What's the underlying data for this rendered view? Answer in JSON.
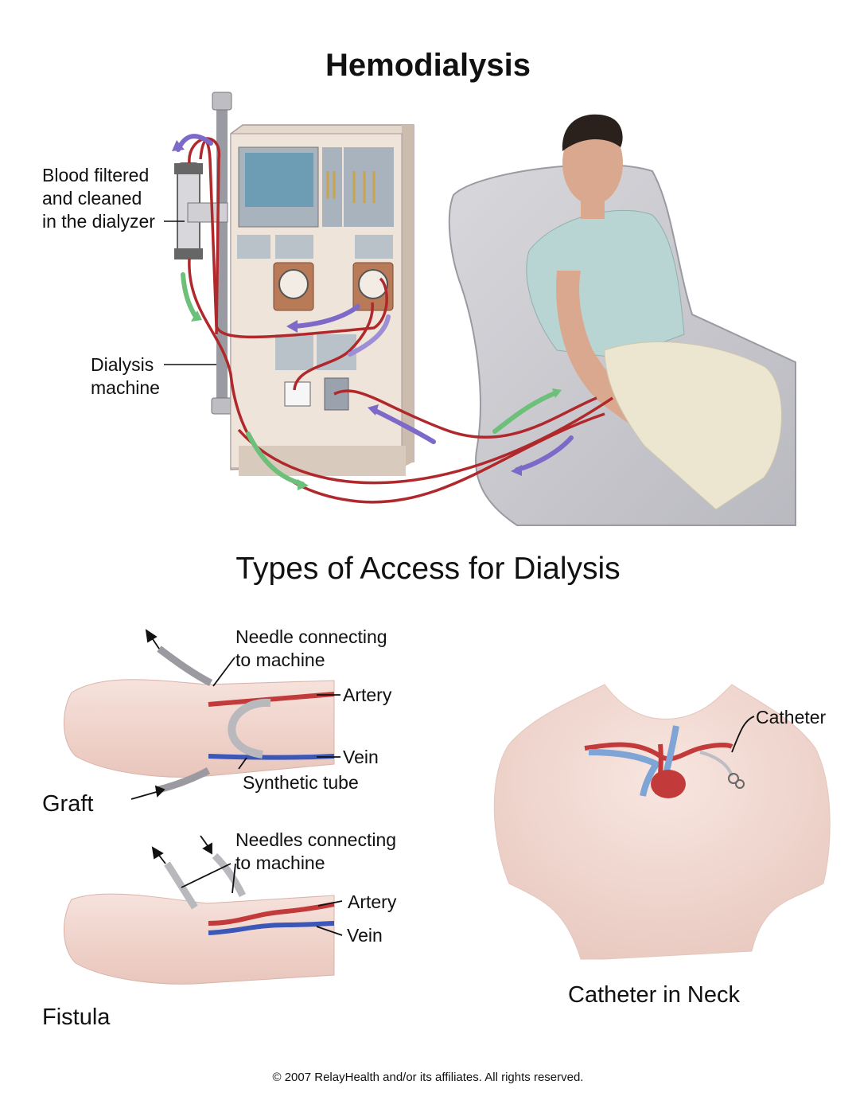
{
  "title": "Hemodialysis",
  "labels": {
    "dialyzer_line1": "Blood filtered",
    "dialyzer_line2": "and cleaned",
    "dialyzer_line3": "in the dialyzer",
    "machine_line1": "Dialysis",
    "machine_line2": "machine"
  },
  "access_section": {
    "title": "Types of Access for Dialysis",
    "graft": {
      "name": "Graft",
      "needle_line1": "Needle connecting",
      "needle_line2": "to machine",
      "artery": "Artery",
      "vein": "Vein",
      "tube": "Synthetic tube"
    },
    "fistula": {
      "name": "Fistula",
      "needle_line1": "Needles connecting",
      "needle_line2": "to machine",
      "artery": "Artery",
      "vein": "Vein"
    },
    "catheter": {
      "label": "Catheter",
      "caption": "Catheter in Neck"
    }
  },
  "copyright": "© 2007 RelayHealth and/or its affiliates.  All rights reserved.",
  "colors": {
    "blood_tube": "#b0282b",
    "return_arrow": "#7d6ac8",
    "flow_arrow": "#6cc07a",
    "artery": "#c23a3a",
    "vein": "#3b57b8",
    "skin": "#f2d9d2",
    "machine": "#e9ddd3"
  }
}
